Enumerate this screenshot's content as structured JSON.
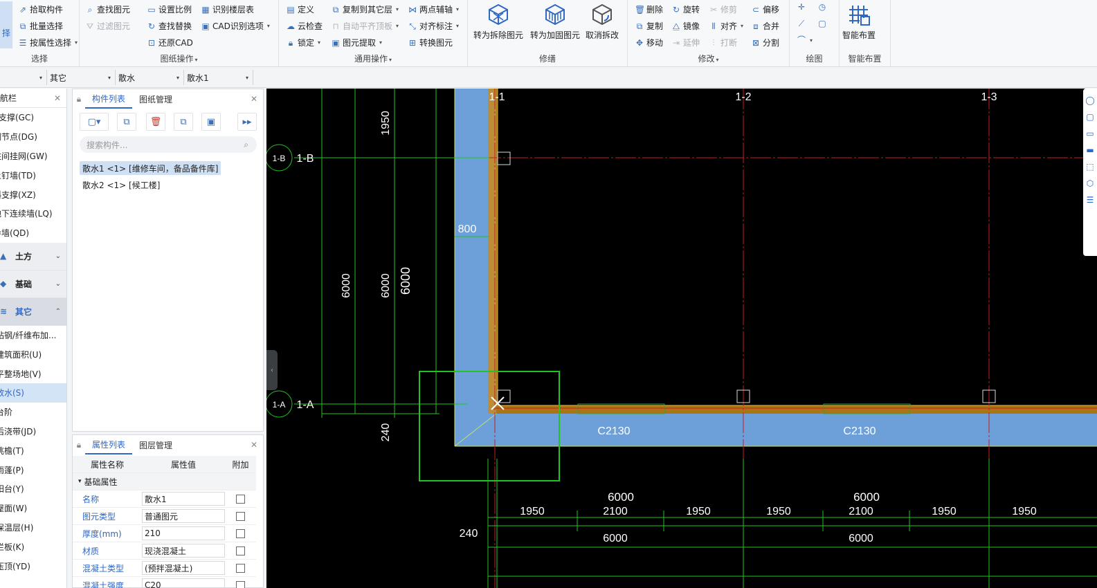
{
  "ribbon": {
    "select_group": {
      "title": "选择",
      "big_btn": "择",
      "pick": "拾取构件",
      "batch": "批量选择",
      "by_attr": "按属性选择"
    },
    "drawing_group": {
      "title": "图纸操作",
      "find": "查找图元",
      "filter": "过滤图元",
      "set_scale": "设置比例",
      "find_replace": "查找替换",
      "restore_cad": "还原CAD",
      "recognize_floor": "识别楼层表",
      "cad_options": "CAD识别选项"
    },
    "common_group": {
      "title": "通用操作",
      "define": "定义",
      "cloud_check": "云检查",
      "lock": "锁定",
      "copy_to": "复制到其它层",
      "auto_align": "自动平齐顶板",
      "extract": "图元提取",
      "two_point": "两点辅轴",
      "align_mark": "对齐标注",
      "convert": "转换图元"
    },
    "repair_group": {
      "title": "修缮",
      "to_demolish": "转为拆除图元",
      "to_reinforce": "转为加固图元",
      "cancel_demolish": "取消拆改"
    },
    "modify_group": {
      "title": "修改",
      "delete": "删除",
      "copy": "复制",
      "move": "移动",
      "rotate": "旋转",
      "mirror": "镜像",
      "extend": "延伸",
      "trim": "修剪",
      "align": "对齐",
      "break": "打断",
      "offset": "偏移",
      "merge": "合并",
      "split": "分割"
    },
    "draw_group": {
      "title": "绘图"
    },
    "smart_group": {
      "title": "智能布置",
      "btn": "智能布置"
    }
  },
  "filter_bar": {
    "floor": "",
    "category": "其它",
    "type": "散水",
    "instance": "散水1"
  },
  "nav": {
    "title": "导航栏",
    "items_top": [
      "钢支撑(GC)",
      "钢节点(DG)",
      "柱间挂网(GW)",
      "土钉墙(TD)",
      "斜支撑(XZ)",
      "地下连续墙(LQ)",
      "导墙(QD)"
    ],
    "categories": [
      "土方",
      "基础",
      "其它"
    ],
    "items_bottom": [
      "粘钢/纤维布加...",
      "建筑面积(U)",
      "平整场地(V)",
      "散水(S)",
      "台阶",
      "后浇带(JD)",
      "挑檐(T)",
      "雨蓬(P)",
      "阳台(Y)",
      "屋面(W)",
      "保温层(H)",
      "栏板(K)",
      "压顶(YD)"
    ]
  },
  "component_list": {
    "tab_active": "构件列表",
    "tab_other": "图纸管理",
    "search_placeholder": "搜索构件...",
    "items": [
      "散水1 <1> [维修车间，备品备件库]",
      "散水2 <1> [候工楼]"
    ]
  },
  "properties": {
    "tab_active": "属性列表",
    "tab_other": "图层管理",
    "headers": [
      "属性名称",
      "属性值",
      "附加"
    ],
    "section": "基础属性",
    "rows": [
      {
        "name": "名称",
        "value": "散水1"
      },
      {
        "name": "图元类型",
        "value": "普通图元"
      },
      {
        "name": "厚度(mm)",
        "value": "210"
      },
      {
        "name": "材质",
        "value": "现浇混凝土"
      },
      {
        "name": "混凝土类型",
        "value": "(预拌混凝土)"
      },
      {
        "name": "混凝土强度",
        "value": "C20"
      }
    ]
  },
  "cad": {
    "axis_top": [
      "1-1",
      "1-2",
      "1-3"
    ],
    "axis_left": [
      "1-B",
      "1-A"
    ],
    "dim_vertical": [
      "1950",
      "6000",
      "6000",
      "6000",
      "240"
    ],
    "dim_800": "800",
    "windows": [
      "C2130",
      "C2130"
    ],
    "dim_bottom_top": [
      "6000",
      "6000"
    ],
    "dim_bottom_row1": [
      "1950",
      "2100",
      "1950",
      "1950",
      "2100",
      "1950",
      "1950"
    ],
    "dim_bottom_row2": [
      "6000",
      "6000"
    ],
    "dim_240_left": "240"
  },
  "colors": {
    "accent": "#2f67c4",
    "canvas_bg": "#000000",
    "apron_fill": "#6d9fd8",
    "grid_green": "#22c422",
    "axis_red": "#c81e1e",
    "wall_orange": "#c88a1a"
  }
}
